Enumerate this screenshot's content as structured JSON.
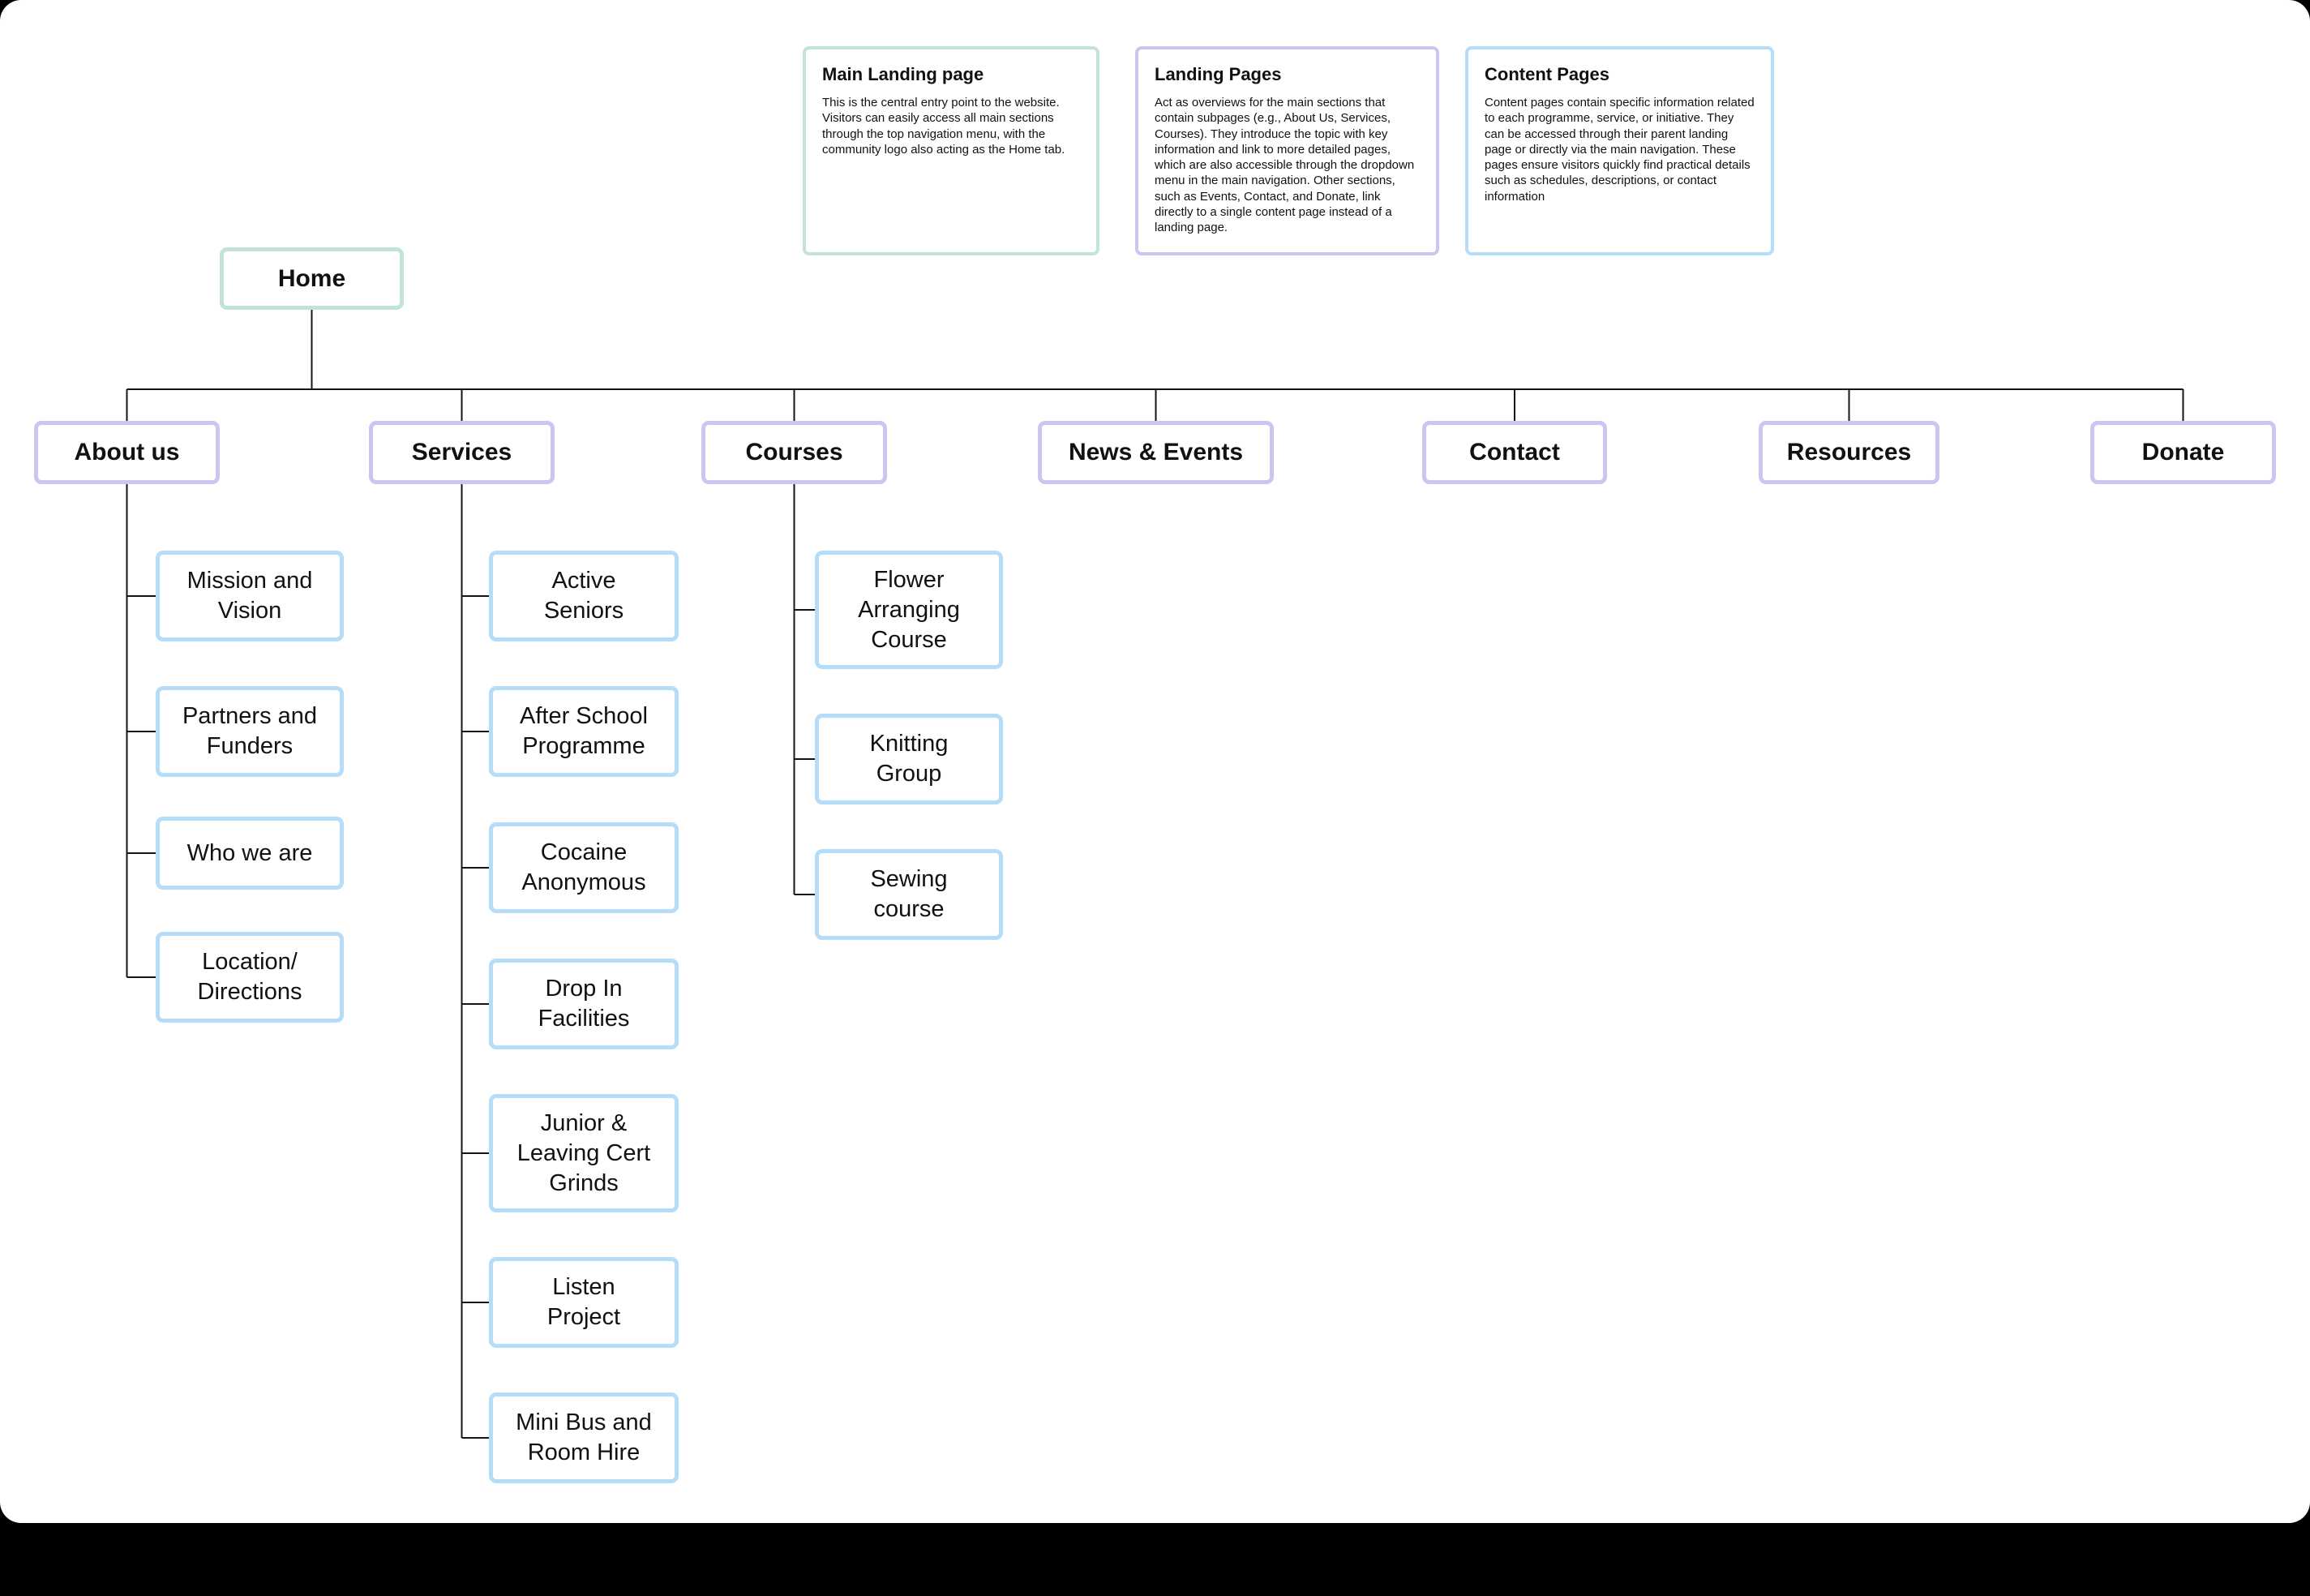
{
  "colors": {
    "main": "#c2e4d4",
    "landing": "#d0c2f1",
    "content": "#b5dcf8",
    "line": "#161616",
    "canvas": "#ffffff",
    "page": "#000000"
  },
  "legend": {
    "cards": [
      {
        "type": "main",
        "title": "Main Landing page",
        "body": "This is the central entry point to the website. Visitors can easily access all main sections through the top navigation menu, with the community logo also acting as the Home tab."
      },
      {
        "type": "landing",
        "title": "Landing Pages",
        "body": "Act as overviews for the main sections that contain subpages (e.g., About Us, Services, Courses). They introduce the topic with key information and link to more detailed pages, which are also accessible through the dropdown menu in the main navigation. Other sections, such as Events, Contact, and Donate, link directly to a single content page instead of a landing page."
      },
      {
        "type": "content",
        "title": "Content Pages",
        "body": "Content pages contain specific information related to each programme, service, or initiative. They can be accessed through their parent landing page or directly via the main navigation. These pages ensure visitors quickly find practical details such as schedules, descriptions, or contact information"
      }
    ]
  },
  "tree": {
    "root": {
      "label": "Home",
      "type": "main"
    },
    "sections": [
      {
        "label": "About us",
        "type": "landing",
        "children": [
          "Mission and\nVision",
          "Partners and\nFunders",
          "Who we are",
          "Location/\nDirections"
        ]
      },
      {
        "label": "Services",
        "type": "landing",
        "children": [
          "Active\nSeniors",
          "After School\nProgramme",
          "Cocaine\nAnonymous",
          "Drop In\nFacilities",
          "Junior &\nLeaving Cert\nGrinds",
          "Listen\nProject",
          "Mini Bus and\nRoom Hire"
        ]
      },
      {
        "label": "Courses",
        "type": "landing",
        "children": [
          "Flower\nArranging\nCourse",
          "Knitting\nGroup",
          "Sewing\ncourse"
        ]
      },
      {
        "label": "News & Events",
        "type": "landing",
        "children": []
      },
      {
        "label": "Contact",
        "type": "landing",
        "children": []
      },
      {
        "label": "Resources",
        "type": "landing",
        "children": []
      },
      {
        "label": "Donate",
        "type": "landing",
        "children": []
      }
    ]
  }
}
